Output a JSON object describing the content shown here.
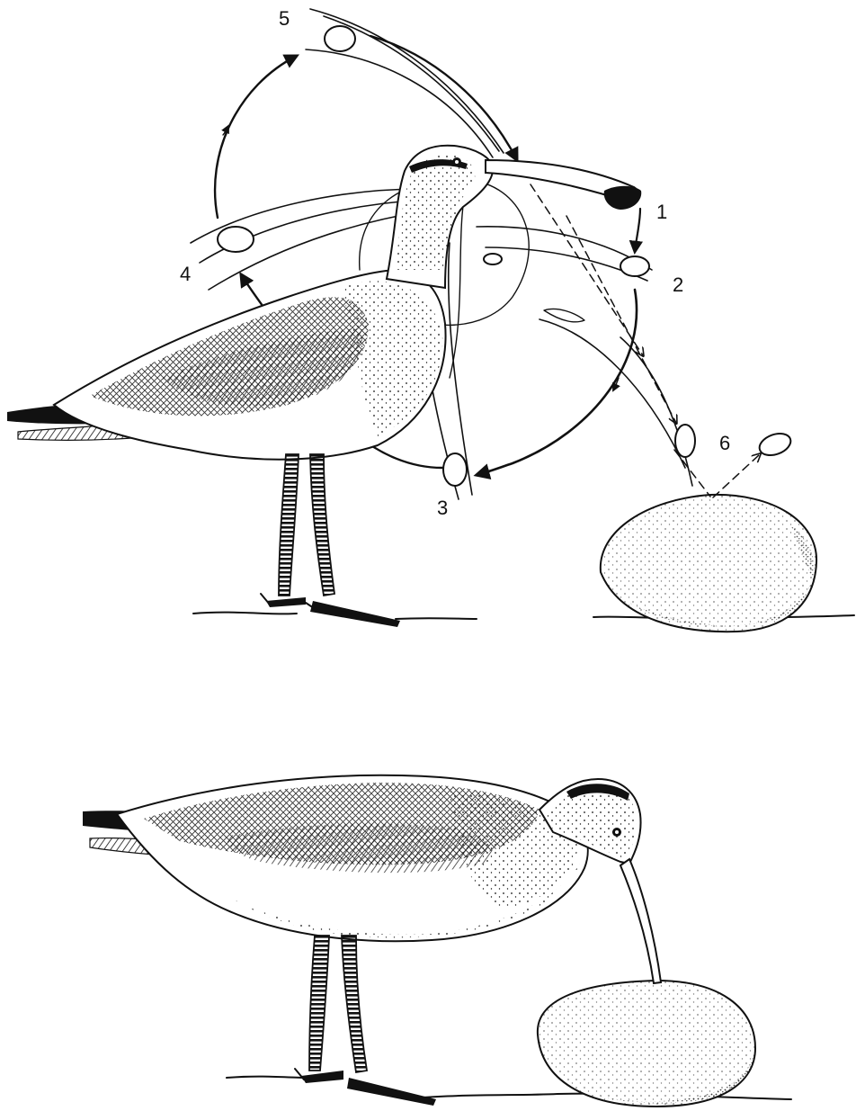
{
  "labels": {
    "one": "1",
    "two": "2",
    "three": "3",
    "four": "4",
    "five": "5",
    "six": "6"
  },
  "colors": {
    "ink": "#111111",
    "paper": "#ffffff"
  },
  "icons": [
    "egg-icon",
    "bird-icon",
    "stone-icon",
    "arrow-icon"
  ]
}
